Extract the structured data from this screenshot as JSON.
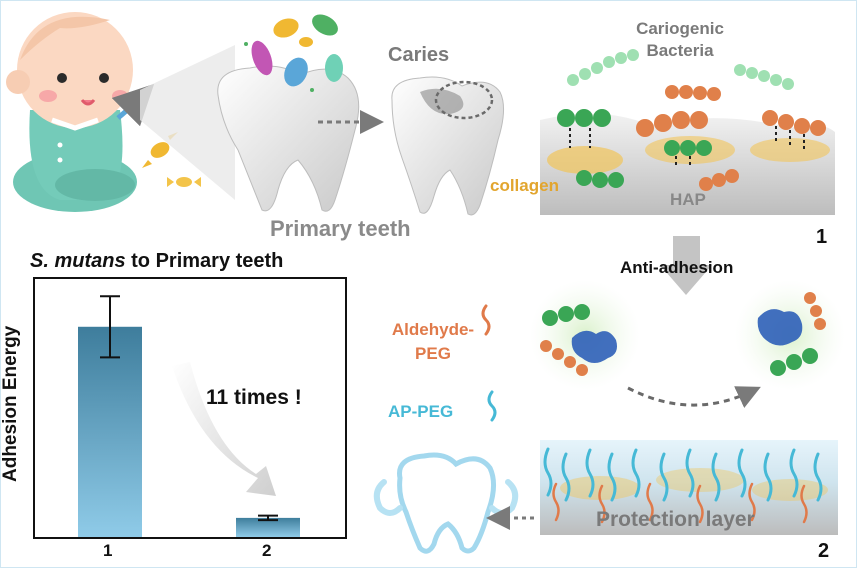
{
  "labels": {
    "caries": "Caries",
    "cariogenic_bacteria": [
      "Cariogenic",
      "Bacteria"
    ],
    "collagen": "collagen",
    "hap": "HAP",
    "primary_teeth": "Primary teeth",
    "panel_1": "1",
    "panel_2": "2",
    "anti_adhesion": "Anti-adhesion",
    "aldehyde_peg": [
      "Aldehyde-",
      "PEG"
    ],
    "ap_peg": "AP-PEG",
    "protection_layer": "Protection layer"
  },
  "colors": {
    "bacteria_green": "#3aa655",
    "bacteria_orange": "#e0804a",
    "aldehyde_peg": "#e07a4a",
    "ap_peg": "#46b9d6",
    "collagen": "#e2a52e",
    "bar_top": "#3e7d9c",
    "bar_bottom": "#8fcbe8"
  },
  "chart_data": {
    "type": "bar",
    "title": "S. mutans to Primary teeth",
    "title_parts": [
      "S. mutans",
      " to Primary teeth"
    ],
    "ylabel": "Adhesion Energy",
    "xlabel": "",
    "categories": [
      "1",
      "2"
    ],
    "values": [
      11,
      1
    ],
    "errors": [
      1.6,
      0.12
    ],
    "ylim": [
      0,
      13.5
    ],
    "annotation": "11 times !",
    "grid": false
  }
}
